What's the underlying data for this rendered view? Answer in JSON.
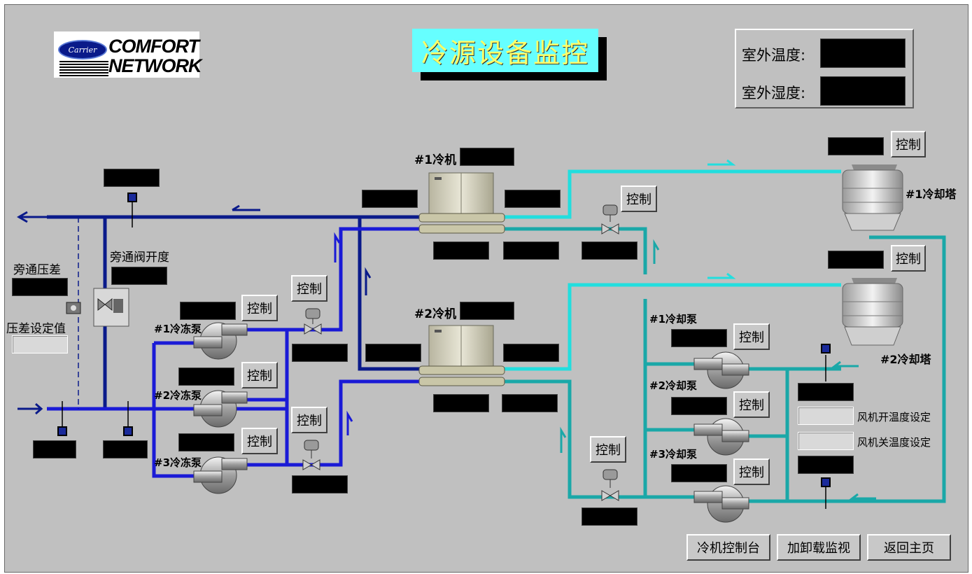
{
  "title": "冷源设备监控",
  "logo": {
    "badge": "Carrier",
    "line1": "COMFORT",
    "line2": "NETWORK"
  },
  "outdoor": {
    "temp_label": "室外温度:",
    "humidity_label": "室外湿度:"
  },
  "chillers": [
    {
      "label": "#1冷机"
    },
    {
      "label": "#2冷机"
    }
  ],
  "cooling_towers": [
    {
      "label": "#1冷却塔"
    },
    {
      "label": "#2冷却塔"
    }
  ],
  "chw_pumps": [
    {
      "label": "#1冷冻泵"
    },
    {
      "label": "#2冷冻泵"
    },
    {
      "label": "#3冷冻泵"
    }
  ],
  "cw_pumps": [
    {
      "label": "#1冷却泵"
    },
    {
      "label": "#2冷却泵"
    },
    {
      "label": "#3冷却泵"
    }
  ],
  "bypass": {
    "dp_label": "旁通压差",
    "valve_label": "旁通阀开度",
    "setpoint_label": "压差设定值"
  },
  "fan": {
    "on_label": "风机开温度设定",
    "off_label": "风机关温度设定"
  },
  "control_label": "控制",
  "nav": {
    "chiller_console": "冷机控制台",
    "load_monitor": "加卸载监视",
    "home": "返回主页"
  },
  "colors": {
    "chw_dark": "#0a1a8a",
    "chw": "#1a1ad6",
    "cw": "#1aa8a8",
    "cw_light": "#22dede",
    "background": "#c0c0c0"
  }
}
